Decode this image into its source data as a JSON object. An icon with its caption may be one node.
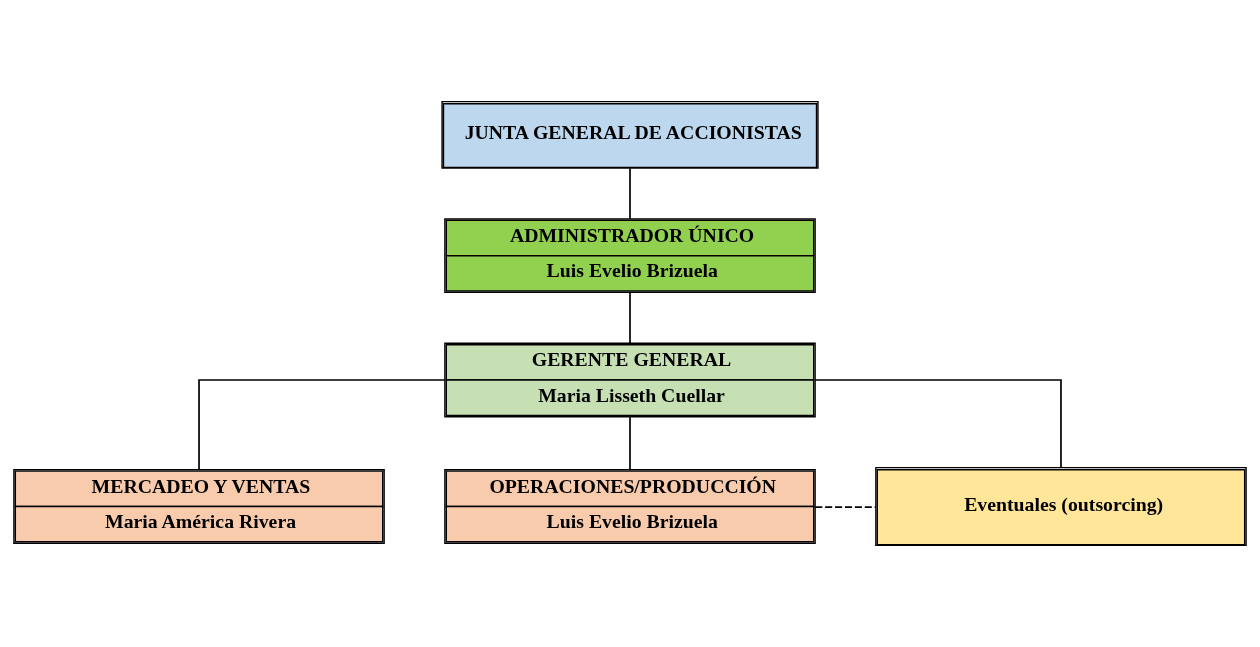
{
  "diagram": {
    "nodes": [
      {
        "text": [
          "JUNTA GENERAL DE ACCIONISTAS"
        ]
      },
      {
        "text": [
          "ADMINISTRADOR ÚNICO",
          "Luis Evelio Brizuela"
        ]
      },
      {
        "text": [
          "GERENTE GENERAL",
          "Maria Lisseth Cuellar"
        ]
      },
      {
        "text": [
          "MERCADEO Y VENTAS",
          "Maria América Rivera"
        ]
      },
      {
        "text": [
          "OPERACIONES/PRODUCCIÓN",
          "Luis Evelio Brizuela"
        ]
      },
      {
        "text": [
          "Eventuales (outsorcing)"
        ]
      }
    ],
    "edges": [
      {
        "from": 0,
        "to": 1,
        "arrow": "none"
      },
      {
        "from": 1,
        "to": 2,
        "arrow": "none"
      },
      {
        "from": 2,
        "to": 3,
        "arrow": "none"
      },
      {
        "from": 2,
        "to": 5,
        "arrow": "none"
      },
      {
        "from": 2,
        "to": 4,
        "arrow": "none"
      },
      {
        "from": 4,
        "to": 5,
        "arrow": "none",
        "style": "dashed"
      }
    ]
  }
}
